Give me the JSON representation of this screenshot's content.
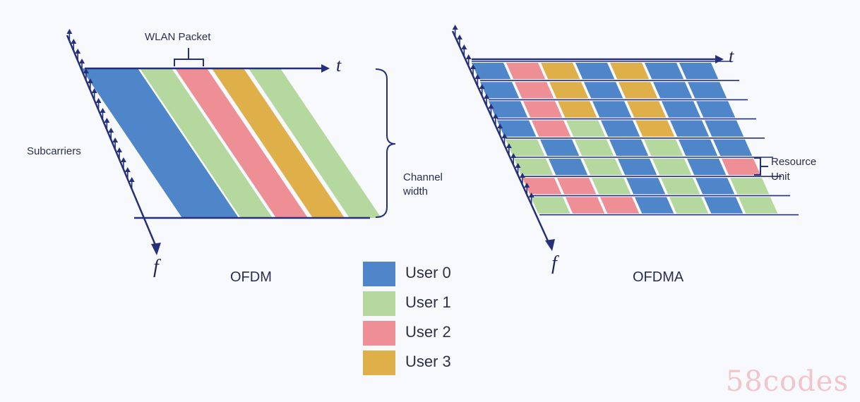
{
  "colors": {
    "user0": "#4f86c9",
    "user1": "#b5d89f",
    "user2": "#ee8e95",
    "user3": "#dfb049",
    "axis": "#24307a",
    "text": "#2a2f4f"
  },
  "ofdm": {
    "title": "OFDM",
    "t_label": "t",
    "f_label": "f",
    "subcarriers_label": "Subcarriers",
    "packet_label": "WLAN Packet",
    "channel_label_1": "Channel",
    "channel_label_2": "width",
    "bands": [
      0,
      0,
      1,
      2,
      3,
      1
    ]
  },
  "ofdma": {
    "title": "OFDMA",
    "t_label": "t",
    "f_label": "f",
    "resource_label_1": "Resource",
    "resource_label_2": "Unit",
    "grid": [
      [
        0,
        2,
        3,
        0,
        3,
        0,
        0
      ],
      [
        0,
        2,
        3,
        0,
        3,
        0,
        0
      ],
      [
        0,
        2,
        3,
        0,
        3,
        0,
        0
      ],
      [
        0,
        2,
        1,
        0,
        3,
        0,
        0
      ],
      [
        1,
        0,
        1,
        0,
        1,
        0,
        0
      ],
      [
        1,
        0,
        1,
        0,
        1,
        0,
        2
      ],
      [
        2,
        2,
        1,
        0,
        1,
        0,
        1
      ],
      [
        1,
        2,
        2,
        0,
        1,
        0,
        1
      ]
    ]
  },
  "legend": [
    {
      "label": "User 0",
      "color": "#4f86c9"
    },
    {
      "label": "User 1",
      "color": "#b5d89f"
    },
    {
      "label": "User 2",
      "color": "#ee8e95"
    },
    {
      "label": "User 3",
      "color": "#dfb049"
    }
  ],
  "watermark": "58codes"
}
